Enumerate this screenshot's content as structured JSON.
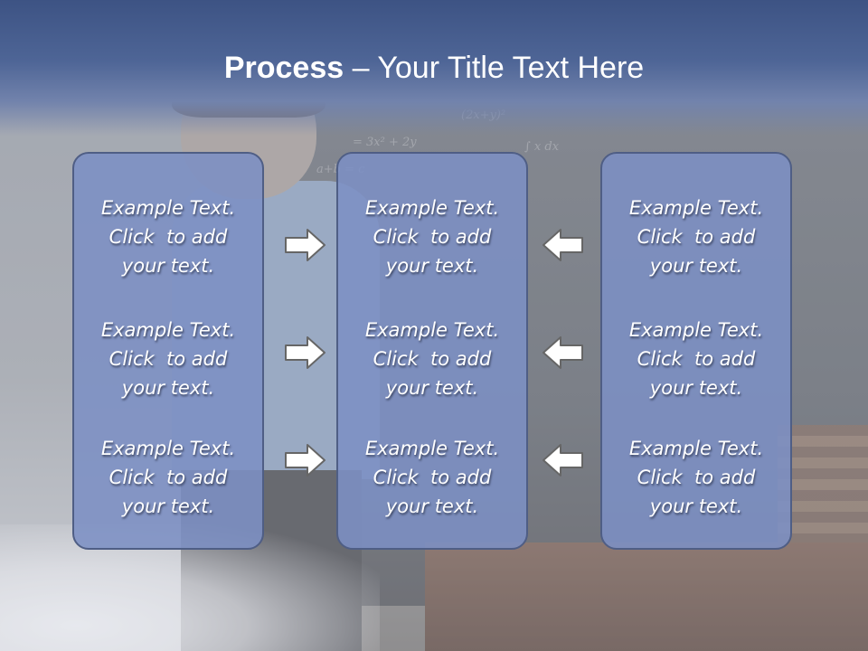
{
  "slide": {
    "title_bold": "Process",
    "title_rest": " – Your Title Text Here"
  },
  "columns": [
    {
      "items": [
        "Example Text.\nClick  to add\nyour text.",
        "Example Text.\nClick  to add\nyour text.",
        "Example Text.\nClick  to add\nyour text."
      ]
    },
    {
      "items": [
        "Example Text.\nClick  to add\nyour text.",
        "Example Text.\nClick  to add\nyour text.",
        "Example Text.\nClick  to add\nyour text."
      ]
    },
    {
      "items": [
        "Example Text.\nClick  to add\nyour text.",
        "Example Text.\nClick  to add\nyour text.",
        "Example Text.\nClick  to add\nyour text."
      ]
    }
  ],
  "arrows": {
    "left_group": "arrow-right-icon",
    "right_group": "arrow-left-icon"
  },
  "colors": {
    "title_band": "#3d5384",
    "card_fill": "#7c90c4",
    "card_border": "#4f5e85",
    "arrow_fill": "#ffffff",
    "arrow_stroke": "#666666"
  }
}
